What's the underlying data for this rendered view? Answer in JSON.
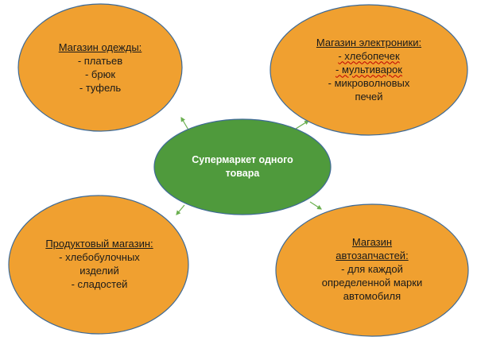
{
  "colors": {
    "outer_fill": "#F0A030",
    "outer_stroke": "#3E6A96",
    "center_fill": "#4F9A3C",
    "center_stroke": "#3E6A96",
    "connector": "#6AAF4F"
  },
  "center": {
    "label": "Супермаркет одного товара"
  },
  "nodes": {
    "clothing": {
      "title": "Магазин одежды:",
      "items": [
        "- платьев",
        "- брюк",
        "- туфель"
      ]
    },
    "electronics": {
      "title": "Магазин электроники:",
      "items": [
        "- хлебопечек",
        "- мультиварок",
        "- микроволновых",
        "печей"
      ]
    },
    "grocery": {
      "title": "Продуктовый магазин:",
      "items": [
        "- хлебобулочных",
        "изделий",
        "- сладостей"
      ]
    },
    "autoparts": {
      "title_line1": "Магазин",
      "title_line2": "автозапчастей:",
      "items": [
        "- для каждой",
        "определенной марки",
        "автомобиля"
      ]
    }
  }
}
